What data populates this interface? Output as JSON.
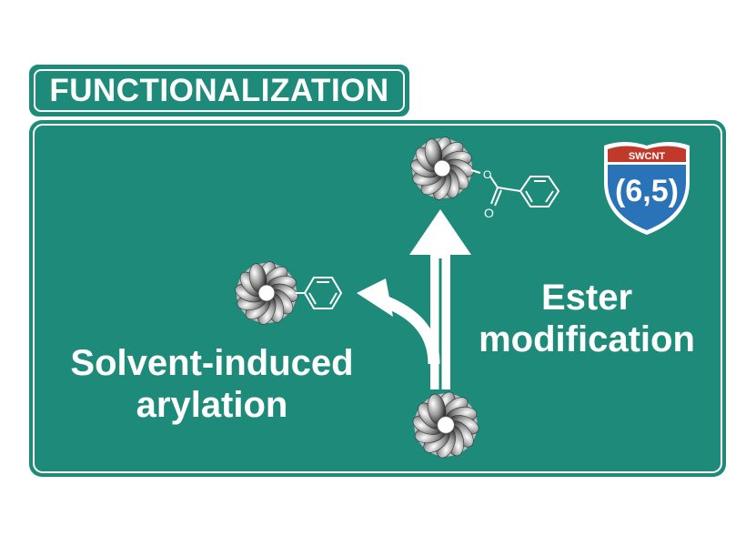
{
  "header": {
    "title": "FUNCTIONALIZATION"
  },
  "shield": {
    "top_text": "SWCNT",
    "main_text": "(6,5)"
  },
  "routes": {
    "left_line1": "Solvent-induced",
    "left_line2": "arylation",
    "right_line1": "Ester",
    "right_line2": "modification"
  },
  "molecule": {
    "ester_oxygen_label": "O"
  },
  "colors": {
    "sign_green": "#1e8a7a",
    "shield_blue": "#2a73b8",
    "shield_red": "#c0392b",
    "white": "#ffffff"
  },
  "icons": [
    "nanotube-icon",
    "phenyl-ring-icon",
    "benzoate-icon",
    "left-turn-arrow-icon",
    "straight-arrow-icon",
    "interstate-shield-icon"
  ]
}
